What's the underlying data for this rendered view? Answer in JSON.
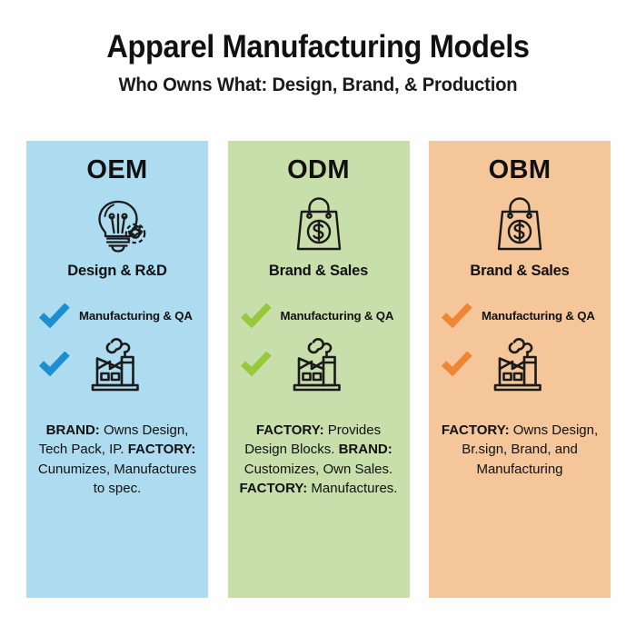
{
  "header": {
    "title": "Apparel Manufacturing Models",
    "subtitle": "Who Owns What: Design, Brand, & Production"
  },
  "colors": {
    "background": "#fefefe",
    "oem_panel": "#addbef",
    "odm_panel": "#c9dfab",
    "obm_panel": "#f4c69a",
    "oem_check": "#1c8fd0",
    "odm_check": "#97c93d",
    "obm_check": "#ef8636",
    "text": "#111111",
    "icon_stroke": "#1a1a1a"
  },
  "columns": [
    {
      "id": "oem",
      "title": "OEM",
      "panel_color": "#addbef",
      "check_color": "#1c8fd0",
      "top_icon": "lightbulb-gear-icon",
      "role_label": "Design & R&D",
      "qa_label": "Manufacturing & QA",
      "factory_icon": "factory-icon",
      "description": [
        {
          "bold": "BRAND:",
          "text": " Owns Design, Tech Pack, IP. "
        },
        {
          "bold": "FACTORY:",
          "text": " Cunumizes, Manufactures to spec."
        }
      ]
    },
    {
      "id": "odm",
      "title": "ODM",
      "panel_color": "#c9dfab",
      "check_color": "#97c93d",
      "top_icon": "shopping-bag-dollar-icon",
      "role_label": "Brand & Sales",
      "qa_label": "Manufacturing & QA",
      "factory_icon": "factory-icon",
      "description": [
        {
          "bold": "FACTORY:",
          "text": " Provides Design Blocks. "
        },
        {
          "bold": "BRAND:",
          "text": " Customizes, Own Sales. "
        },
        {
          "bold": "FACTORY:",
          "text": " Manufactures."
        }
      ]
    },
    {
      "id": "obm",
      "title": "OBM",
      "panel_color": "#f4c69a",
      "check_color": "#ef8636",
      "top_icon": "shopping-bag-dollar-icon",
      "role_label": "Brand & Sales",
      "qa_label": "Manufacturing & QA",
      "factory_icon": "factory-icon",
      "description": [
        {
          "bold": "FACTORY:",
          "text": " Owns Design, Br.sign, Brand, and Manufacturing"
        }
      ]
    }
  ]
}
